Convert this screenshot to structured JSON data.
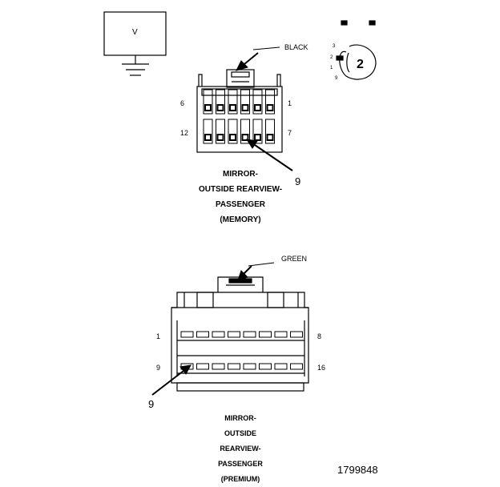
{
  "meter": {
    "symbol": "V"
  },
  "clip_detail": {
    "big_number": "2",
    "pin_labels": [
      "3",
      "2",
      "1",
      "9"
    ]
  },
  "connector_memory": {
    "color_label": "BLACK",
    "pin_top_left": "6",
    "pin_top_right": "1",
    "pin_bottom_left": "12",
    "pin_bottom_right": "7",
    "callout_pin": "9",
    "caption": [
      "MIRROR-",
      "OUTSIDE REARVIEW-",
      "PASSENGER",
      "(MEMORY)"
    ]
  },
  "connector_premium": {
    "color_label": "GREEN",
    "pin_top_left": "1",
    "pin_top_right": "8",
    "pin_bottom_left": "9",
    "pin_bottom_right": "16",
    "callout_pin": "9",
    "caption": [
      "MIRROR-",
      "OUTSIDE",
      "REARVIEW-",
      "PASSENGER",
      "(PREMIUM)"
    ]
  },
  "figure_number": "1799848"
}
